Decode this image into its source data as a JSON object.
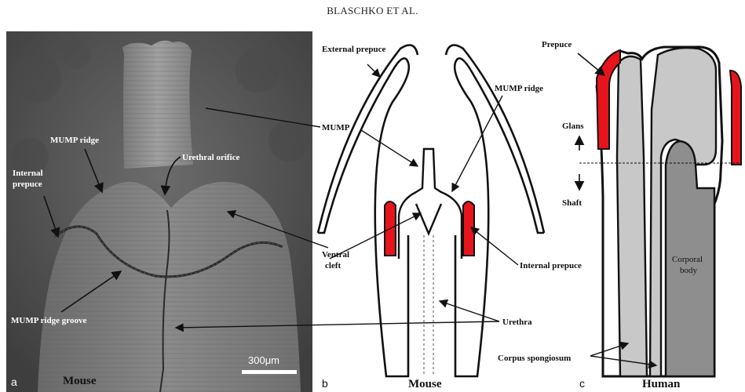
{
  "header": {
    "running_title": "BLASCHKO ET AL."
  },
  "panel_a": {
    "letter": "a",
    "species": "Mouse",
    "scalebar": "300μm",
    "labels": {
      "mump_ridge": "MUMP ridge",
      "urethral_orifice": "Urethral orifice",
      "internal_prepuce_line1": "Internal",
      "internal_prepuce_line2": "prepuce",
      "mump_ridge_groove": "MUMP ridge groove"
    }
  },
  "panel_b": {
    "letter": "b",
    "species": "Mouse",
    "labels": {
      "external_prepuce": "External prepuce",
      "mump_ridge": "MUMP ridge",
      "mump": "MUMP",
      "ventral_cleft_line1": "Ventral",
      "ventral_cleft_line2": "cleft",
      "internal_prepuce": "Internal prepuce",
      "urethra": "Urethra"
    }
  },
  "panel_c": {
    "letter": "c",
    "species": "Human",
    "labels": {
      "prepuce": "Prepuce",
      "glans": "Glans",
      "shaft": "Shaft",
      "corporal_body_line1": "Corporal",
      "corporal_body_line2": "body",
      "corpus_spongiosum": "Corpus spongiosum"
    }
  },
  "colors": {
    "prepuce_red": "#e8141c",
    "sem_gray": "#6a6a6a",
    "light_gray": "#c8c8c8",
    "dark_gray": "#8e8e8e"
  }
}
